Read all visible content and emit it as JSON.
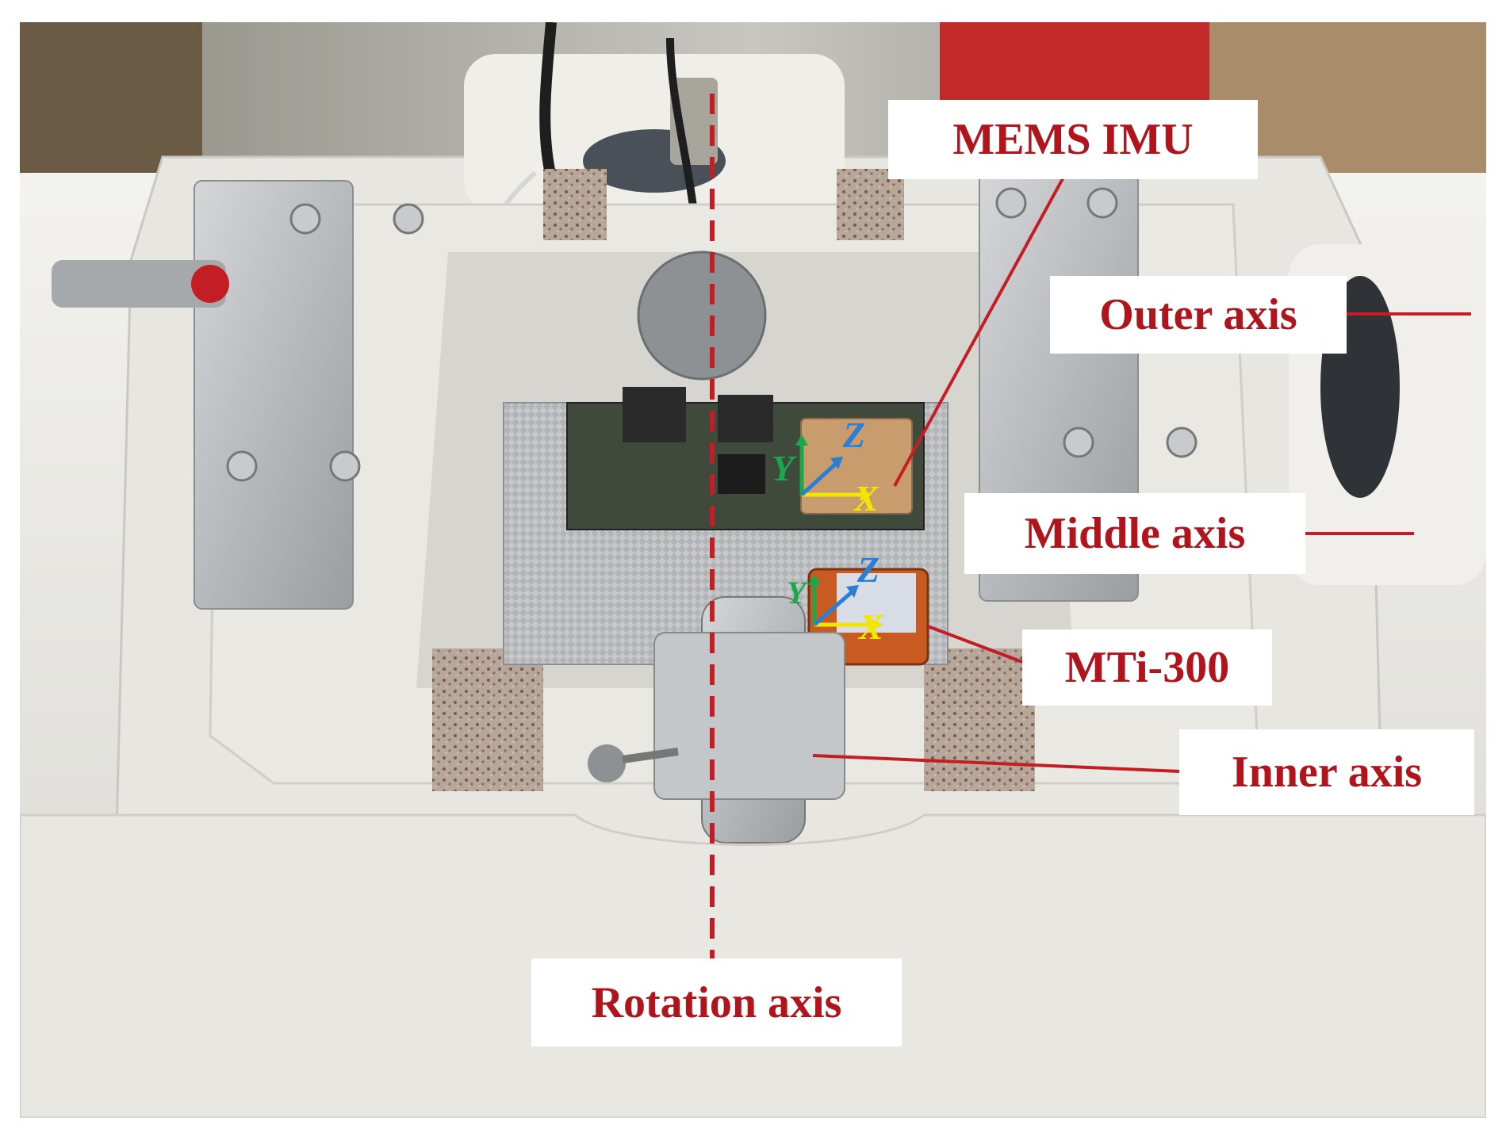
{
  "labels": {
    "mems_imu": "MEMS IMU",
    "outer_axis": "Outer axis",
    "middle_axis": "Middle axis",
    "mti_300": "MTi-300",
    "inner_axis": "Inner axis",
    "rotation_axis": "Rotation axis"
  },
  "frames": {
    "mems_imu": {
      "x": "X",
      "y": "Y",
      "z": "Z"
    },
    "mti_300": {
      "x": "X",
      "y": "Y",
      "z": "Z"
    }
  },
  "colors": {
    "annotation_red": "#b0141c",
    "axis_x_yellow": "#f2e600",
    "axis_y_green": "#1aa84a",
    "axis_z_blue": "#2a7fd4",
    "turntable_white": "#ecebe6",
    "aluminum": "#b9bcbe",
    "pcb_green": "#3f4a3c",
    "mti_orange": "#c85a22",
    "rusty_plate": "#a89484"
  },
  "icons": [
    "dashed-rotation-axis",
    "coordinate-frame-icon",
    "leader-line"
  ]
}
